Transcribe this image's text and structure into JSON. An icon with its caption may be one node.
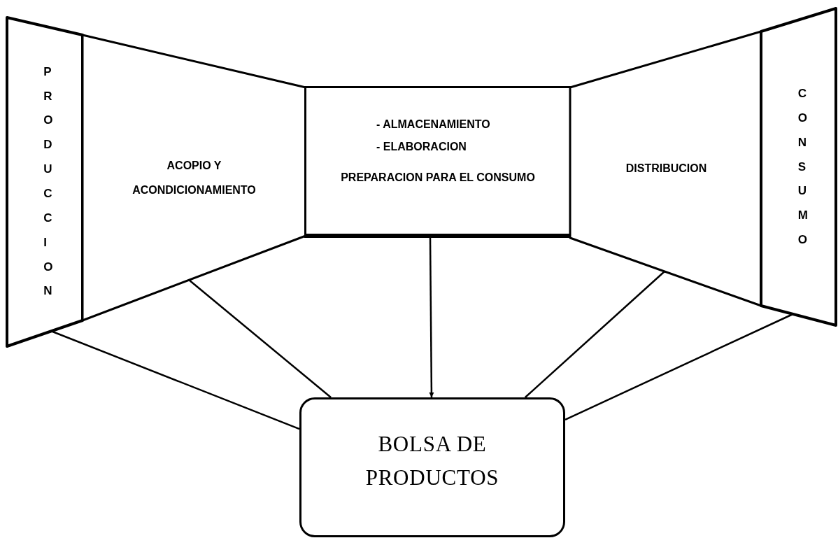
{
  "diagram": {
    "nodes": [
      {
        "text": [
          "PRODUCCION"
        ]
      },
      {
        "text": [
          "ACOPIO Y ACONDICIONAMIENTO"
        ]
      },
      {
        "text": [
          "- ALMACENAMIENTO",
          "- ELABORACION",
          "PREPARACION PARA EL CONSUMO"
        ]
      },
      {
        "text": [
          "DISTRIBUCION"
        ]
      },
      {
        "text": [
          "CONSUMO"
        ]
      },
      {
        "text": [
          "BOLSA DE PRODUCTOS"
        ]
      }
    ],
    "edges": [
      {
        "from": 0,
        "to": 5,
        "arrow": "none"
      },
      {
        "from": 1,
        "to": 5,
        "arrow": "none"
      },
      {
        "from": 2,
        "to": 5,
        "arrow": "to"
      },
      {
        "from": 3,
        "to": 5,
        "arrow": "none"
      },
      {
        "from": 4,
        "to": 5,
        "arrow": "none"
      }
    ]
  }
}
